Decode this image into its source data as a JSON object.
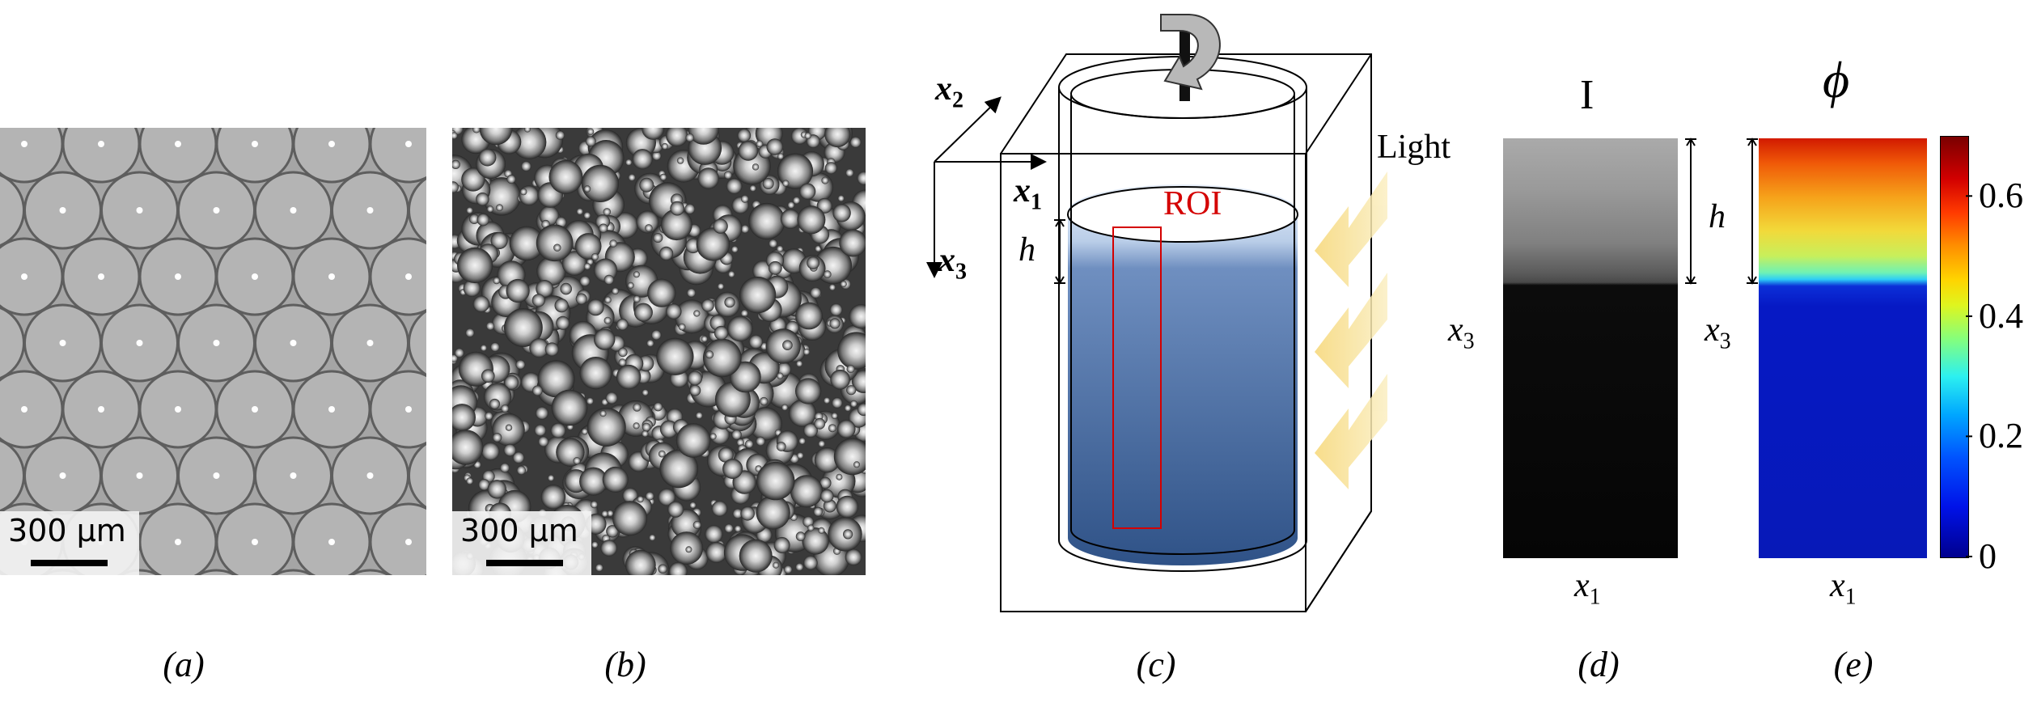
{
  "panels": {
    "a": {
      "caption": "(a)",
      "scale_label": "300 μm"
    },
    "b": {
      "caption": "(b)",
      "scale_label": "300 μm"
    },
    "c": {
      "caption": "(c)",
      "roi_label": "ROI",
      "light_label": "Light",
      "axis_x1": "x",
      "axis_x1_sub": "1",
      "axis_x2": "x",
      "axis_x2_sub": "2",
      "axis_x3": "x",
      "axis_x3_sub": "3",
      "height_label": "h"
    },
    "d": {
      "caption": "(d)",
      "title": "I",
      "height_label": "h",
      "xlabel": "x",
      "xlabel_sub": "1",
      "ylabel": "x",
      "ylabel_sub": "3"
    },
    "e": {
      "caption": "(e)",
      "title": "ϕ",
      "xlabel": "x",
      "xlabel_sub": "1",
      "ylabel": "x",
      "ylabel_sub": "3",
      "colorbar_ticks": [
        "0.6",
        "0.4",
        "0.2",
        "0"
      ],
      "colorbar_values": [
        0.6,
        0.4,
        0.2,
        0
      ],
      "colorbar_range": [
        0,
        0.7
      ]
    }
  },
  "colors": {
    "liquid_top": "#dfe8f6",
    "liquid_bottom": "#2f5287",
    "roi": "#d40000",
    "light_arrow": "#f7df8a"
  }
}
